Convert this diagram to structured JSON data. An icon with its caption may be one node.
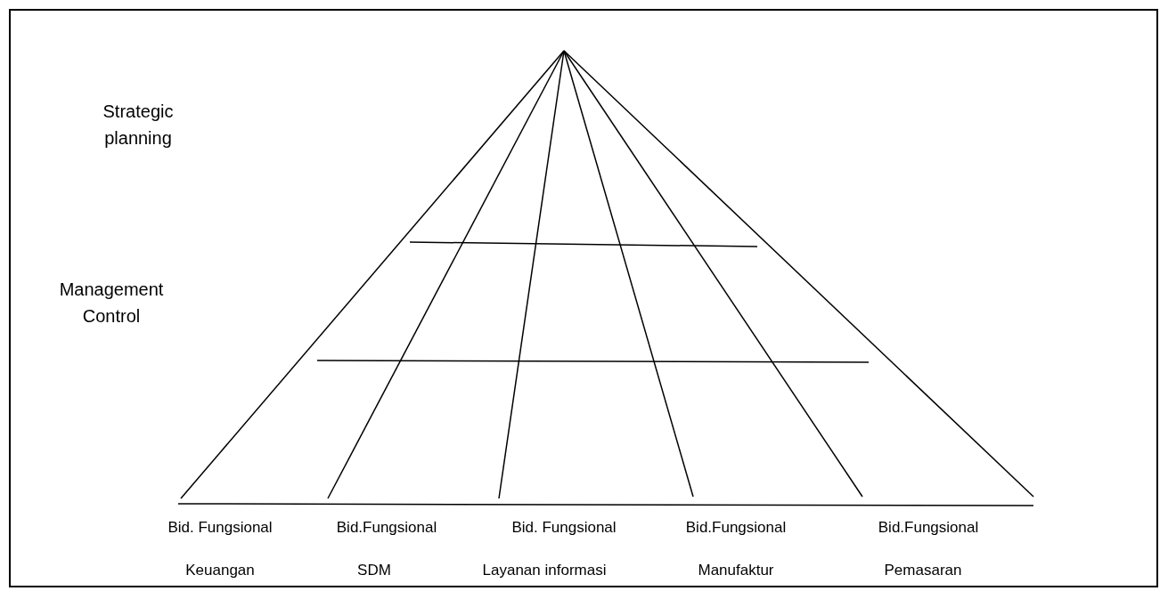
{
  "diagram": {
    "labels": [
      "Strategic planning",
      "Management Control",
      "Bid. Fungsional",
      "Bid.Fungsional",
      "Bid. Fungsional",
      "Bid.Fungsional",
      "Bid.Fungsional",
      "Keuangan",
      "SDM",
      "Layanan informasi",
      "Manufaktur",
      "Pemasaran"
    ]
  }
}
